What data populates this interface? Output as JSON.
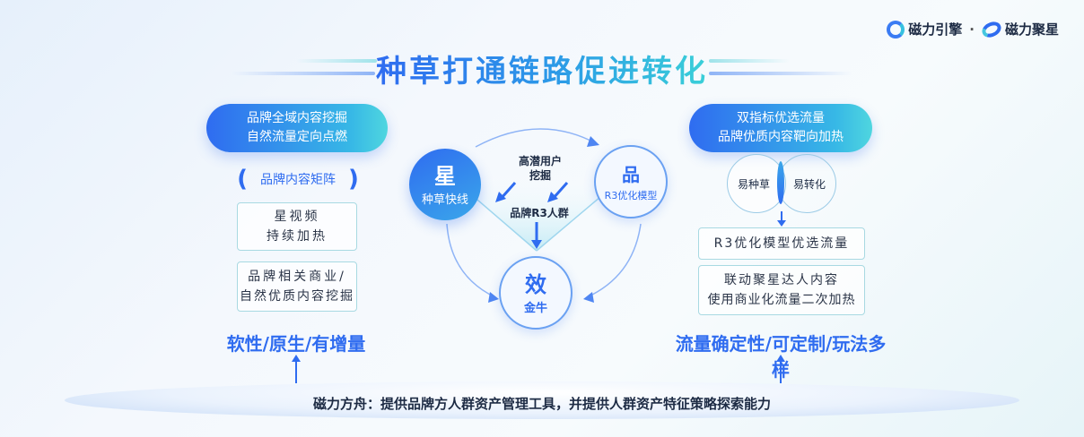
{
  "brand": {
    "name1": "磁力引擎",
    "sep": "·",
    "name2": "磁力聚星"
  },
  "title": "种草打通链路促进转化",
  "left": {
    "pill_line1": "品牌全域内容挖掘",
    "pill_line2": "自然流量定向点燃",
    "matrix_label": "品牌内容矩阵",
    "box1_line1": "星视频",
    "box1_line2": "持续加热",
    "box2_line1": "品牌相关商业/",
    "box2_line2": "自然优质内容挖掘",
    "slogan": "软性/原生/有增量"
  },
  "center": {
    "xing_big": "星",
    "xing_sub": "种草快线",
    "pin_big": "品",
    "pin_sub": "R3优化模型",
    "xiao_big": "效",
    "xiao_sub": "金牛",
    "label1_line1": "高潜用户",
    "label1_line2": "挖掘",
    "label2": "品牌R3人群"
  },
  "right": {
    "pill_line1": "双指标优选流量",
    "pill_line2": "品牌优质内容靶向加热",
    "venn_left": "易种草",
    "venn_right": "易转化",
    "box1": "R3优化模型优选流量",
    "box2_line1": "联动聚星达人内容",
    "box2_line2": "使用商业化流量二次加热",
    "slogan": "流量确定性/可定制/玩法多样"
  },
  "footer": "磁力方舟：提供品牌方人群资产管理工具，并提供人群资产特征策略探索能力",
  "colors": {
    "primary": "#2f6cf0",
    "accent": "#3ad0d8",
    "border": "#a8d9e2"
  }
}
